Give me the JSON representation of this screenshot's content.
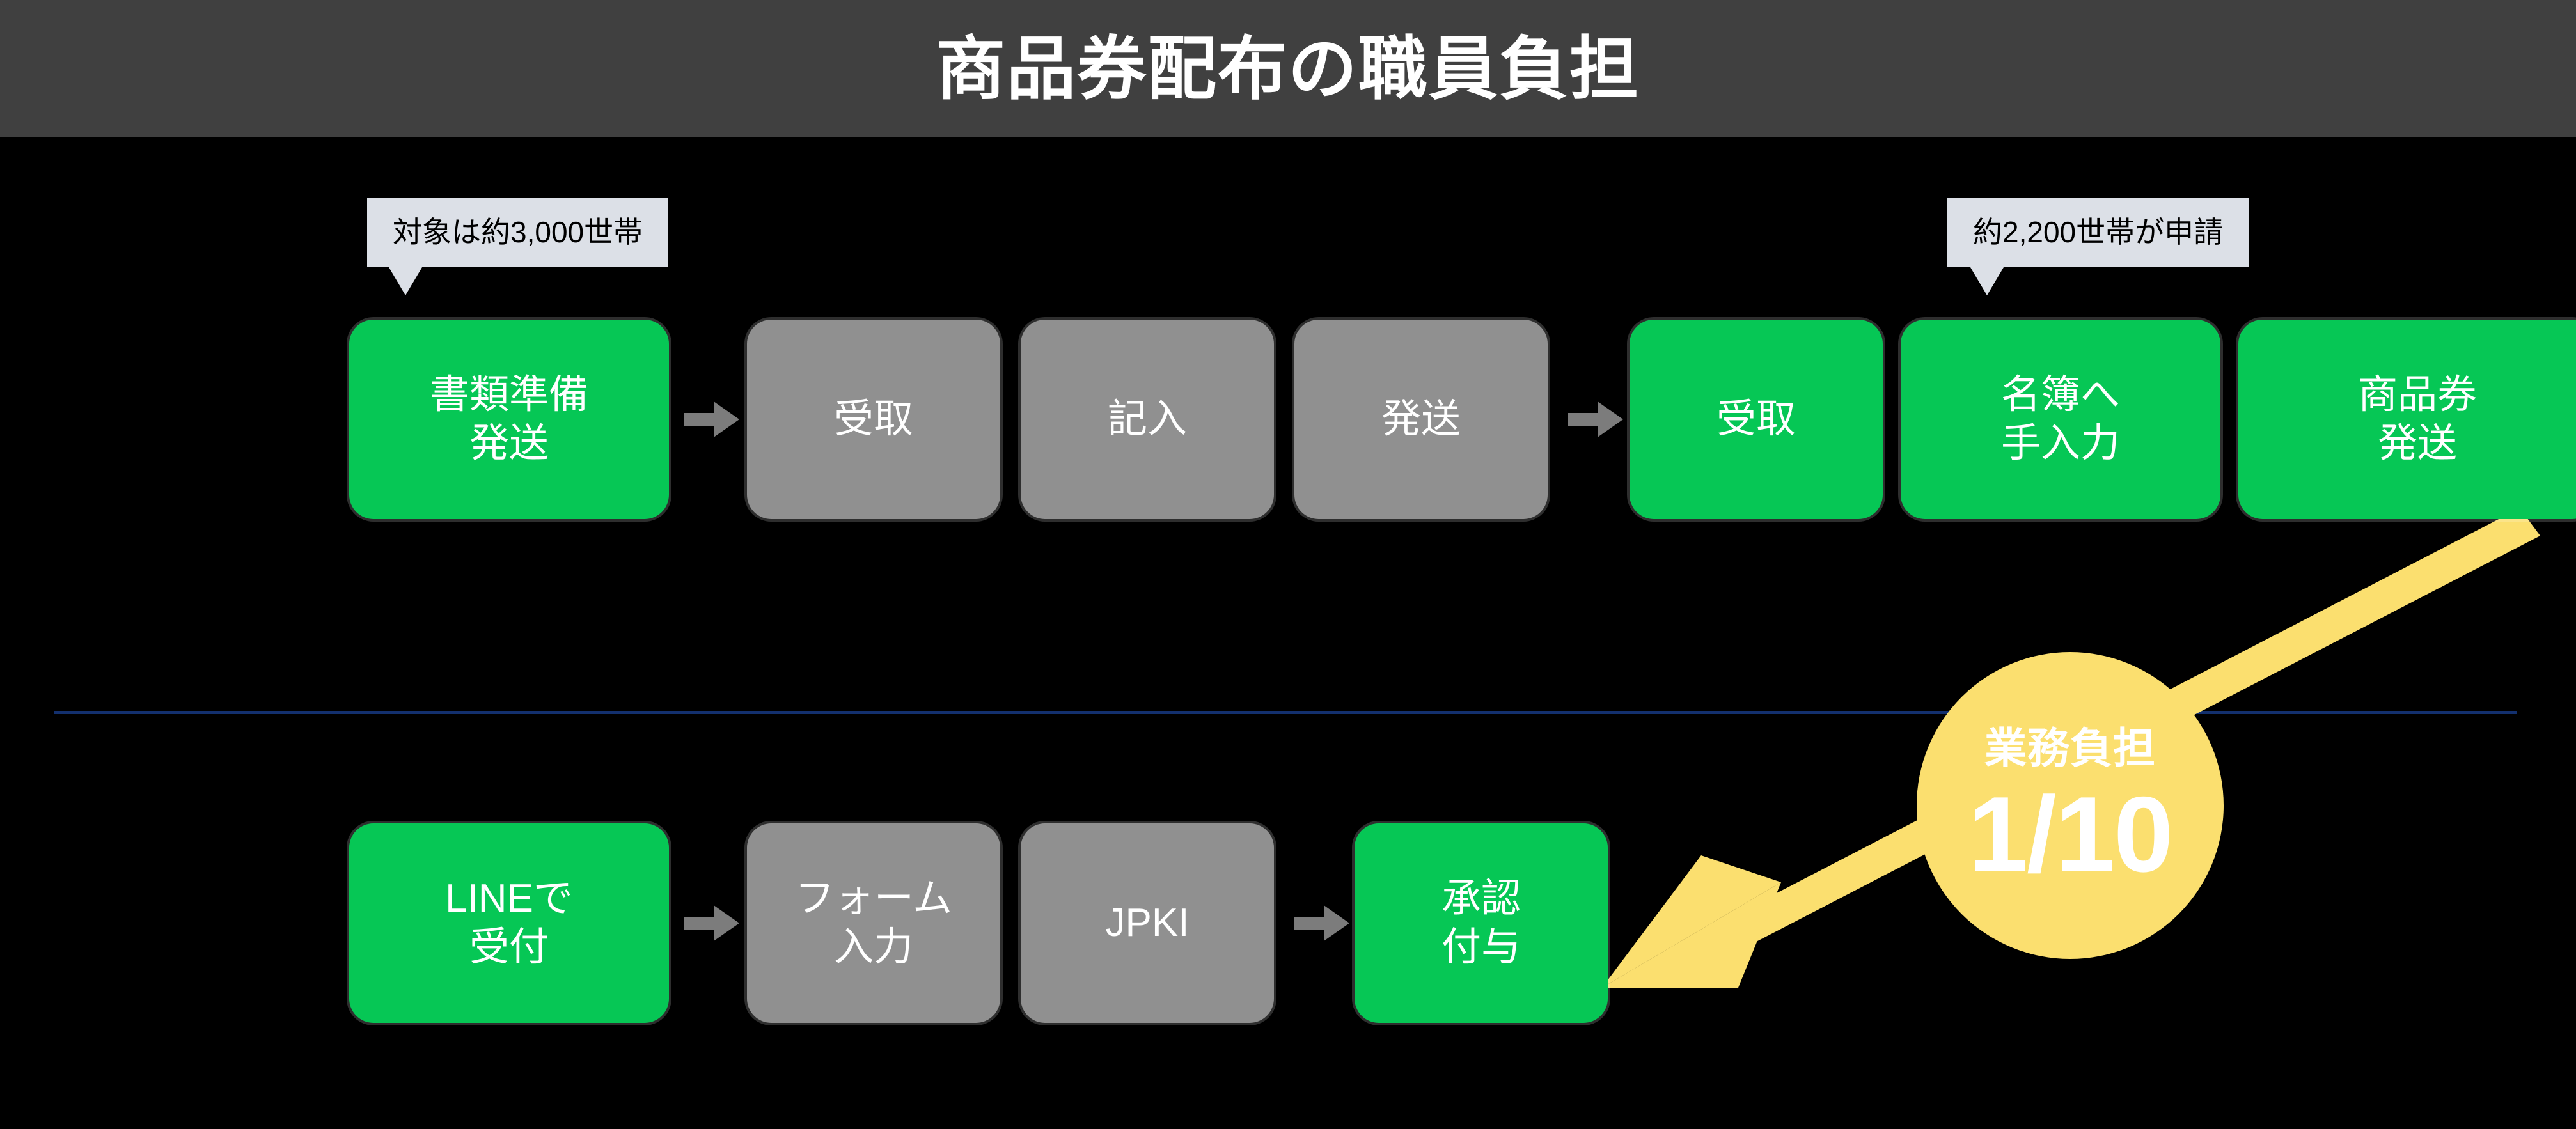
{
  "header": {
    "title": "商品券配布の職員負担",
    "background": "#404040",
    "text_color": "#ffffff"
  },
  "theme": {
    "page_background": "#000000",
    "green": "#06C755",
    "gray": "#909090",
    "connector_gray": "#7C7C7C",
    "callout_background": "#DCE0E7",
    "callout_text": "#000000",
    "divider": "#13306E",
    "badge_yellow": "#FBDF6F",
    "arrow_yellow": "#FBDF6F"
  },
  "callouts": [
    {
      "id": "households",
      "text": "対象は約3,000世帯"
    },
    {
      "id": "applied",
      "text": "約2,200世帯が申請"
    }
  ],
  "top_row": {
    "steps": [
      {
        "line1": "書類準備",
        "line2": "発送",
        "color": "green"
      },
      {
        "line1": "受取",
        "line2": "",
        "color": "gray"
      },
      {
        "line1": "記入",
        "line2": "",
        "color": "gray"
      },
      {
        "line1": "発送",
        "line2": "",
        "color": "gray"
      },
      {
        "line1": "受取",
        "line2": "",
        "color": "green"
      },
      {
        "line1": "名簿へ",
        "line2": "手入力",
        "color": "green"
      },
      {
        "line1": "商品券",
        "line2": "発送",
        "color": "green"
      }
    ]
  },
  "bottom_row": {
    "steps": [
      {
        "line1": "LINEで",
        "line2": "受付",
        "color": "green"
      },
      {
        "line1": "フォーム",
        "line2": "入力",
        "color": "gray"
      },
      {
        "line1": "JPKI",
        "line2": "",
        "color": "gray"
      },
      {
        "line1": "承認",
        "line2": "付与",
        "color": "green"
      }
    ]
  },
  "badge": {
    "label": "業務負担",
    "value": "1/10"
  }
}
